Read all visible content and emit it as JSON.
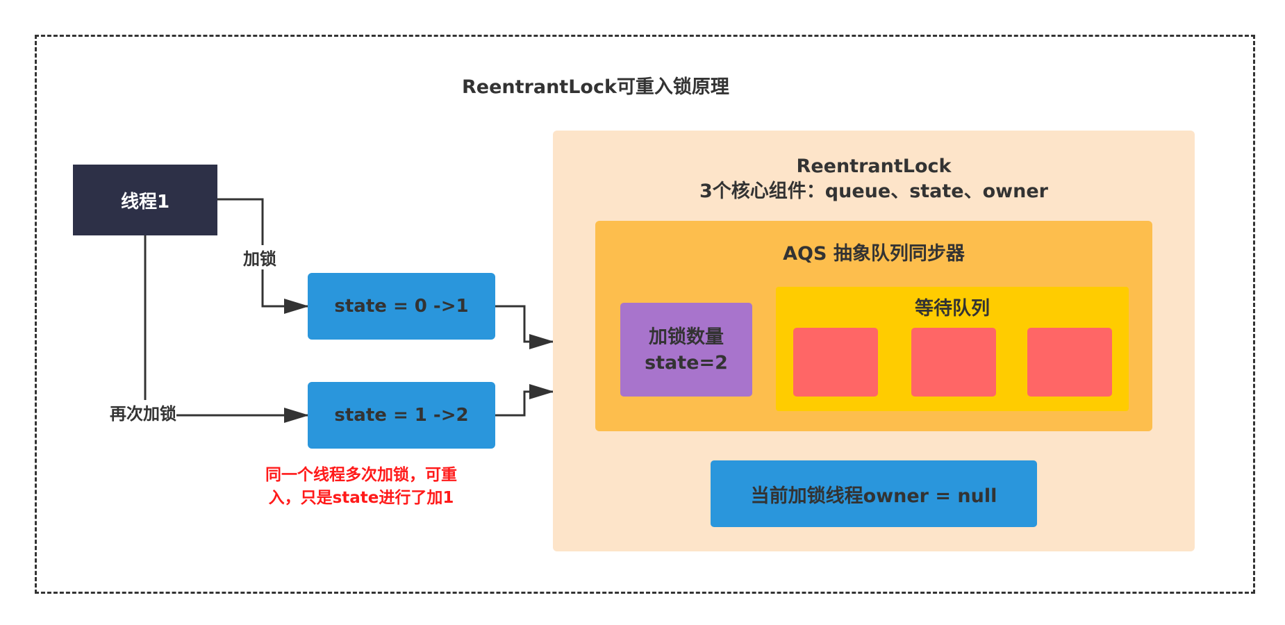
{
  "title": "ReentrantLock可重入锁原理",
  "thread": {
    "label": "线程1"
  },
  "edges": {
    "lock_label": "加锁",
    "relock_label": "再次加锁"
  },
  "states": [
    {
      "label": "state = 0 ->1"
    },
    {
      "label": "state = 1 ->2"
    }
  ],
  "note": {
    "line1": "同一个线程多次加锁，可重",
    "line2": "入，只是state进行了加1",
    "color": "#ff1a1a"
  },
  "reentrant_lock": {
    "title": "ReentrantLock",
    "subtitle": "3个核心组件：queue、state、owner",
    "aqs": {
      "title": "AQS 抽象队列同步器",
      "lock_count": {
        "line1": "加锁数量",
        "line2": "state=2"
      },
      "wait_queue": {
        "title": "等待队列",
        "node_count": 3
      }
    },
    "owner": {
      "label": "当前加锁线程owner = null"
    }
  },
  "colors": {
    "thread_box": "#2d3047",
    "state_box": "#2a96dc",
    "reentrant_panel": "#fde4c9",
    "aqs_panel": "#fdbe4d",
    "lock_count_box": "#a874cc",
    "wait_queue_panel": "#ffcc00",
    "queue_node": "#ff6666",
    "owner_box": "#2a96dc"
  }
}
